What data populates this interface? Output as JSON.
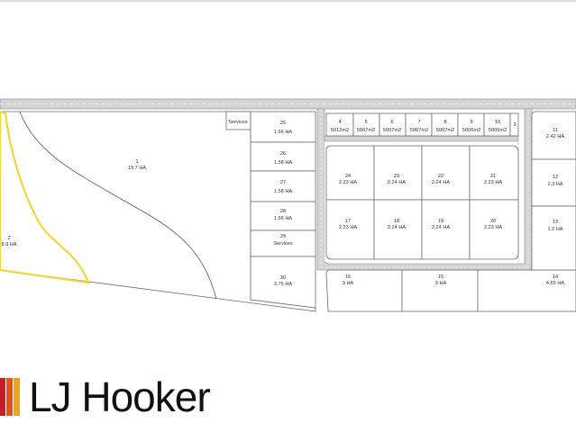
{
  "map": {
    "lots": [
      {
        "id": "1",
        "lines": [
          "1",
          "19.7 HA"
        ]
      },
      {
        "id": "2",
        "lines": [
          "2",
          "8.9 HA"
        ]
      },
      {
        "id": "services-top",
        "lines": [
          "Services"
        ]
      },
      {
        "id": "25",
        "lines": [
          "25",
          "1.56 HA"
        ]
      },
      {
        "id": "26",
        "lines": [
          "26",
          "1.58 HA"
        ]
      },
      {
        "id": "27",
        "lines": [
          "27",
          "1.58 HA"
        ]
      },
      {
        "id": "28",
        "lines": [
          "28",
          "1.58 HA"
        ]
      },
      {
        "id": "29",
        "lines": [
          "29",
          "Services"
        ]
      },
      {
        "id": "30",
        "lines": [
          "30",
          "2.75 HA"
        ]
      },
      {
        "id": "4",
        "lines": [
          "4",
          "5012m2"
        ]
      },
      {
        "id": "5",
        "lines": [
          "5",
          "5007m2"
        ]
      },
      {
        "id": "6",
        "lines": [
          "6",
          "5007m2"
        ]
      },
      {
        "id": "7",
        "lines": [
          "7",
          "5007m2"
        ]
      },
      {
        "id": "8",
        "lines": [
          "8",
          "5007m2"
        ]
      },
      {
        "id": "9",
        "lines": [
          "9",
          "5006m2"
        ]
      },
      {
        "id": "10",
        "lines": [
          "10",
          "5005m2"
        ]
      },
      {
        "id": "3",
        "lines": [
          "3"
        ]
      },
      {
        "id": "24",
        "lines": [
          "24",
          "2.23 HA"
        ]
      },
      {
        "id": "23",
        "lines": [
          "23",
          "2.24 HA"
        ]
      },
      {
        "id": "22",
        "lines": [
          "22",
          "2.24 HA"
        ]
      },
      {
        "id": "21",
        "lines": [
          "21",
          "2.23 HA"
        ]
      },
      {
        "id": "17",
        "lines": [
          "17",
          "2.23 HA"
        ]
      },
      {
        "id": "18",
        "lines": [
          "18",
          "2.24 HA"
        ]
      },
      {
        "id": "19",
        "lines": [
          "19",
          "2.24 HA"
        ]
      },
      {
        "id": "20",
        "lines": [
          "20",
          "2.23 HA"
        ]
      },
      {
        "id": "16",
        "lines": [
          "16",
          "3 HA"
        ]
      },
      {
        "id": "15",
        "lines": [
          "15",
          "3 HA"
        ]
      },
      {
        "id": "14",
        "lines": [
          "14",
          "4.65 HA"
        ]
      },
      {
        "id": "11",
        "lines": [
          "11",
          "2.42 HA"
        ]
      },
      {
        "id": "12",
        "lines": [
          "12",
          "2.3 HA"
        ]
      },
      {
        "id": "13",
        "lines": [
          "13",
          "1.2 HA"
        ]
      }
    ],
    "highlight_lot": "2",
    "colors": {
      "highlight": "#f2d640",
      "road": "#cfcfcf",
      "lot_line": "#6b6b6b"
    }
  },
  "logo": {
    "text": "LJ Hooker",
    "colors": [
      "#c81d25",
      "#e8511a",
      "#f5a21b"
    ]
  }
}
